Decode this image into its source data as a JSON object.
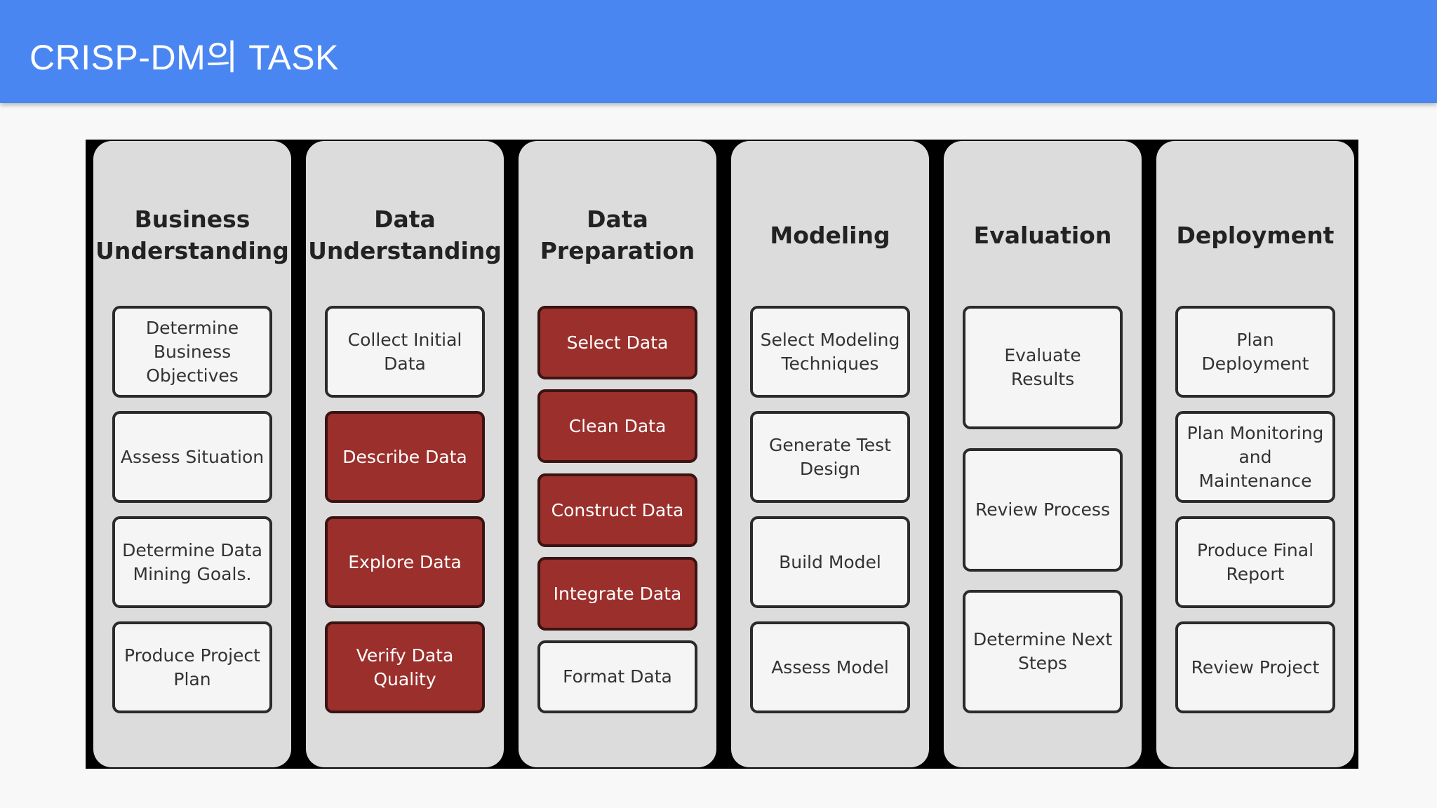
{
  "header": {
    "title": "CRISP-DM의 TASK"
  },
  "colors": {
    "header_bg": "#4a86f2",
    "highlight_task": "#9b2f2c",
    "plain_task": "#f5f5f5",
    "column_bg": "#dddcdd"
  },
  "columns": [
    {
      "title": "Business\nUnderstanding",
      "tasks": [
        {
          "label": "Determine\nBusiness\nObjectives",
          "highlighted": false
        },
        {
          "label": "Assess Situation",
          "highlighted": false
        },
        {
          "label": "Determine Data\nMining Goals.",
          "highlighted": false
        },
        {
          "label": "Produce Project\nPlan",
          "highlighted": false
        }
      ]
    },
    {
      "title": "Data\nUnderstanding",
      "tasks": [
        {
          "label": "Collect Initial\nData",
          "highlighted": false
        },
        {
          "label": "Describe Data",
          "highlighted": true
        },
        {
          "label": "Explore Data",
          "highlighted": true
        },
        {
          "label": "Verify Data\nQuality",
          "highlighted": true
        }
      ]
    },
    {
      "title": "Data\nPreparation",
      "tasks": [
        {
          "label": "Select Data",
          "highlighted": true
        },
        {
          "label": "Clean Data",
          "highlighted": true
        },
        {
          "label": "Construct Data",
          "highlighted": true
        },
        {
          "label": "Integrate Data",
          "highlighted": true
        },
        {
          "label": "Format Data",
          "highlighted": false
        }
      ]
    },
    {
      "title": "Modeling",
      "tasks": [
        {
          "label": "Select Modeling\nTechniques",
          "highlighted": false
        },
        {
          "label": "Generate Test\nDesign",
          "highlighted": false
        },
        {
          "label": "Build Model",
          "highlighted": false
        },
        {
          "label": "Assess Model",
          "highlighted": false
        }
      ]
    },
    {
      "title": "Evaluation",
      "tasks": [
        {
          "label": "Evaluate\nResults",
          "highlighted": false
        },
        {
          "label": "Review Process",
          "highlighted": false
        },
        {
          "label": "Determine Next\nSteps",
          "highlighted": false
        }
      ]
    },
    {
      "title": "Deployment",
      "tasks": [
        {
          "label": "Plan\nDeployment",
          "highlighted": false
        },
        {
          "label": "Plan Monitoring\nand\nMaintenance",
          "highlighted": false
        },
        {
          "label": "Produce Final\nReport",
          "highlighted": false
        },
        {
          "label": "Review Project",
          "highlighted": false
        }
      ]
    }
  ]
}
